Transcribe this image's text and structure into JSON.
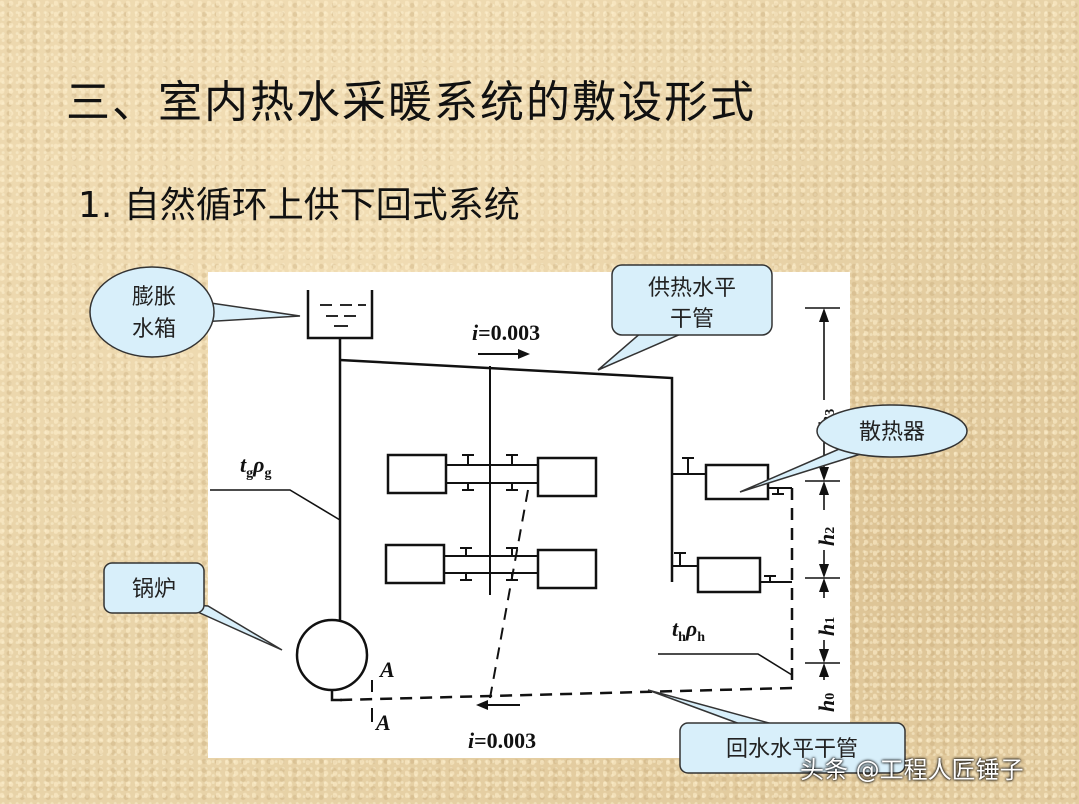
{
  "slide": {
    "title": "三、室内热水采暖系统的敷设形式",
    "subtitle": "1. 自然循环上供下回式系统"
  },
  "diagram": {
    "callouts": {
      "expansion_tank": [
        "膨胀",
        "水箱"
      ],
      "supply_pipe": [
        "供热水平",
        "干管"
      ],
      "radiator": "散热器",
      "boiler": "锅炉",
      "return_pipe": "回水水平干管"
    },
    "slope_top": {
      "i": "i",
      "value": "=0.003"
    },
    "slope_bottom": {
      "i": "i",
      "value": "=0.003"
    },
    "supply_label": {
      "t": "t",
      "t_sub": "g",
      "rho": "ρ",
      "rho_sub": "g"
    },
    "return_label": {
      "t": "t",
      "t_sub": "h",
      "rho": "ρ",
      "rho_sub": "h"
    },
    "section_labels": [
      "A",
      "A"
    ],
    "heights": [
      {
        "h": "h",
        "sub": "3"
      },
      {
        "h": "h",
        "sub": "2"
      },
      {
        "h": "h",
        "sub": "1"
      },
      {
        "h": "h",
        "sub": "0"
      }
    ]
  },
  "watermark": "头条 @工程人匠锤子"
}
